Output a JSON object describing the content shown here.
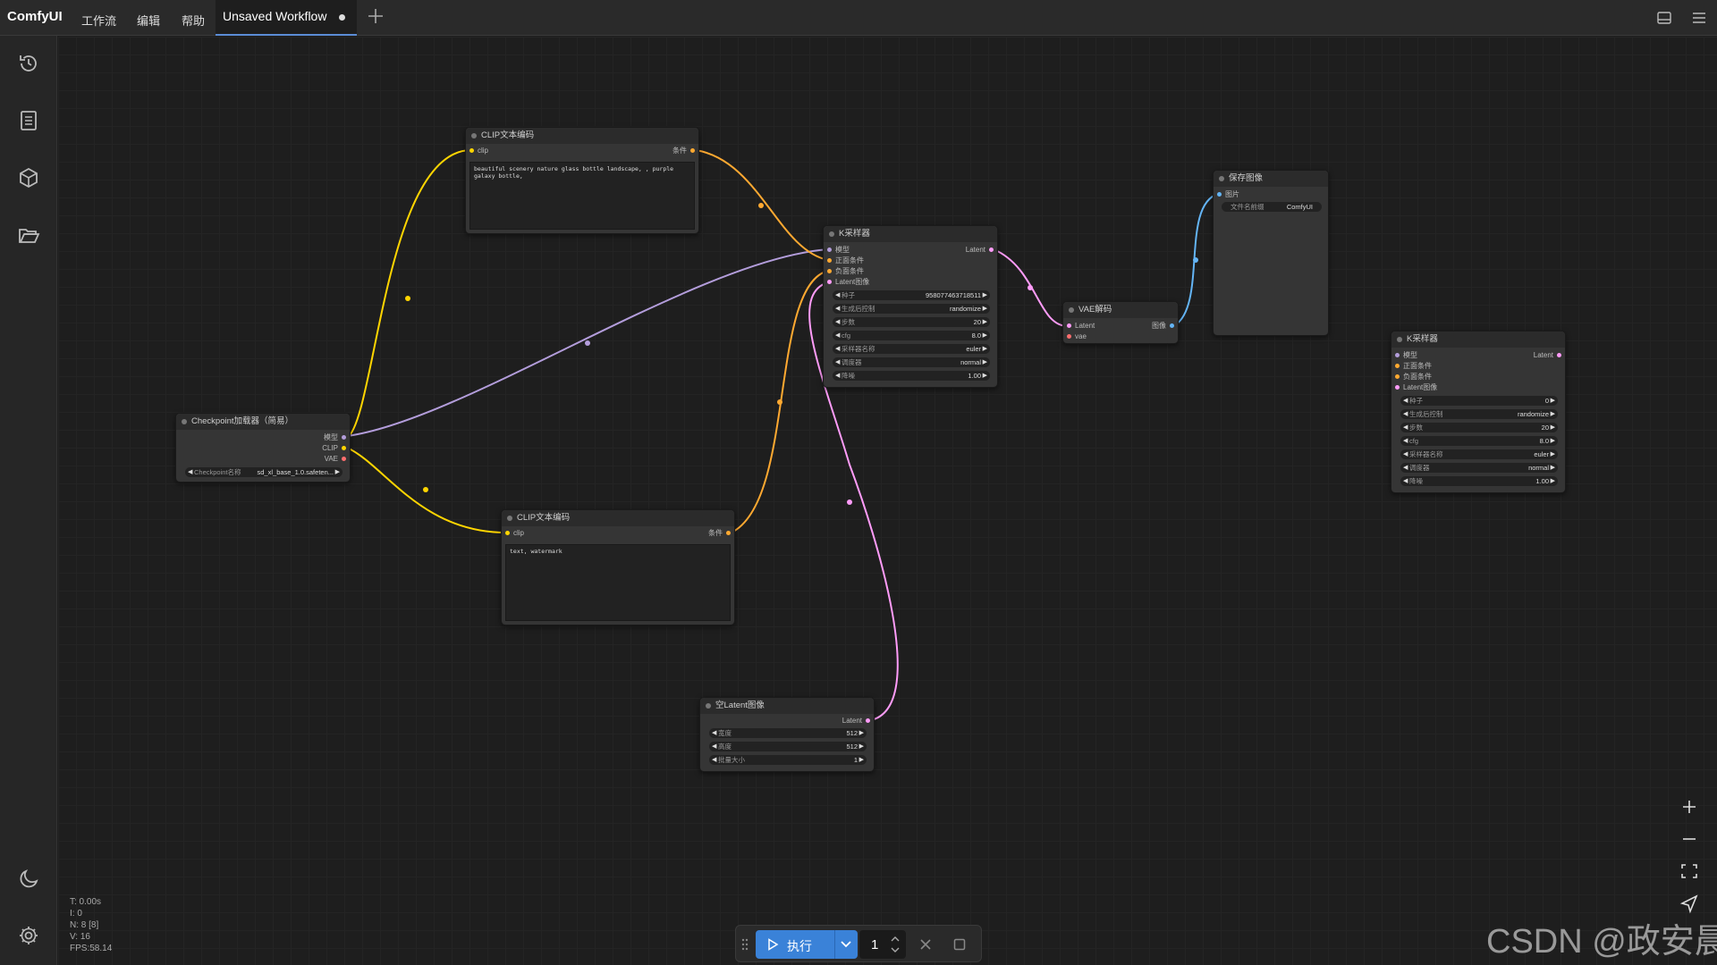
{
  "app": {
    "brand": "ComfyUI",
    "menus": [
      "工作流",
      "编辑",
      "帮助"
    ],
    "tab_title": "Unsaved Workflow"
  },
  "colors": {
    "clip": "#ffd500",
    "conditioning": "#ffa931",
    "model": "#b39ddb",
    "latent": "#ff9cf9",
    "image": "#64b5f6",
    "vae": "#ff6e6e",
    "accent": "#3a82d8"
  },
  "sidebar": {
    "icons": [
      "history-icon",
      "queue-icon",
      "model-library-icon",
      "workflows-icon",
      "theme-toggle-icon",
      "settings-icon"
    ]
  },
  "nodes": {
    "clip_pos": {
      "title": "CLIP文本编码",
      "in": "clip",
      "out": "条件",
      "text": "beautiful scenery nature glass bottle landscape, , purple galaxy bottle,"
    },
    "clip_neg": {
      "title": "CLIP文本编码",
      "in": "clip",
      "out": "条件",
      "text": "text, watermark"
    },
    "checkpoint": {
      "title": "Checkpoint加载器（简易）",
      "out_model": "模型",
      "out_clip": "CLIP",
      "out_vae": "VAE",
      "widget_label": "Checkpoint名称",
      "widget_value": "sd_xl_base_1.0.safeten..."
    },
    "ksampler": {
      "title": "K采样器",
      "in_model": "模型",
      "in_pos": "正面条件",
      "in_neg": "负面条件",
      "in_latent": "Latent图像",
      "out_latent": "Latent",
      "widgets": [
        {
          "label": "种子",
          "value": "958077463718511"
        },
        {
          "label": "生成后控制",
          "value": "randomize"
        },
        {
          "label": "步数",
          "value": "20"
        },
        {
          "label": "cfg",
          "value": "8.0"
        },
        {
          "label": "采样器名称",
          "value": "euler"
        },
        {
          "label": "调度器",
          "value": "normal"
        },
        {
          "label": "降噪",
          "value": "1.00"
        }
      ]
    },
    "ksampler2": {
      "title": "K采样器",
      "in_model": "模型",
      "in_pos": "正面条件",
      "in_neg": "负面条件",
      "in_latent": "Latent图像",
      "out_latent": "Latent",
      "widgets": [
        {
          "label": "种子",
          "value": "0"
        },
        {
          "label": "生成后控制",
          "value": "randomize"
        },
        {
          "label": "步数",
          "value": "20"
        },
        {
          "label": "cfg",
          "value": "8.0"
        },
        {
          "label": "采样器名称",
          "value": "euler"
        },
        {
          "label": "调度器",
          "value": "normal"
        },
        {
          "label": "降噪",
          "value": "1.00"
        }
      ]
    },
    "vae_decode": {
      "title": "VAE解码",
      "in_latent": "Latent",
      "in_vae": "vae",
      "out_image": "图像"
    },
    "save_image": {
      "title": "保存图像",
      "in_images": "图片",
      "widget_label": "文件名前缀",
      "widget_value": "ComfyUI"
    },
    "empty_latent": {
      "title": "空Latent图像",
      "out_latent": "Latent",
      "widgets": [
        {
          "label": "宽度",
          "value": "512"
        },
        {
          "label": "高度",
          "value": "512"
        },
        {
          "label": "批量大小",
          "value": "1"
        }
      ]
    }
  },
  "stats": {
    "t": "T: 0.00s",
    "i": "I: 0",
    "n": "N: 8 [8]",
    "v": "V: 16",
    "fps": "FPS:58.14"
  },
  "runbar": {
    "run_label": "执行",
    "count": "1"
  },
  "watermark": "CSDN @政安晨"
}
